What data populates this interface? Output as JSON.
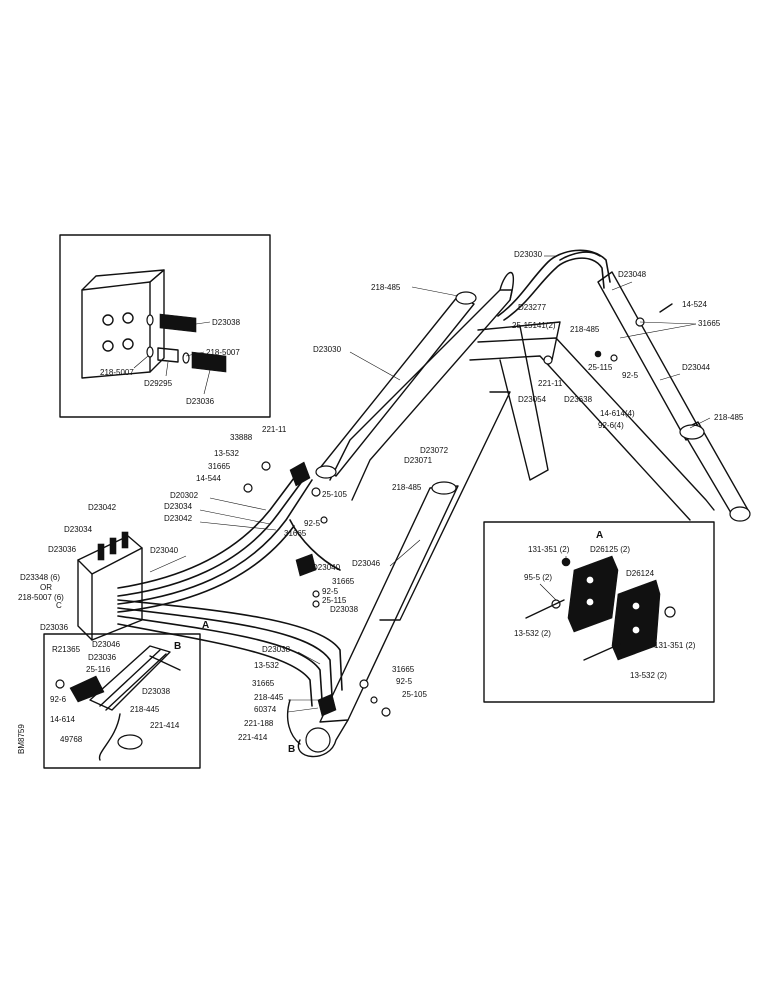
{
  "side_code": "BM8759",
  "labels": {
    "inset_top_left": {
      "a": "D23038",
      "b": "218-5007",
      "c": "218-5007",
      "d": "D29295",
      "e": "D23036"
    },
    "main": {
      "l01": "D23030",
      "l02": "D23048",
      "l03": "14-524",
      "l04": "218-485",
      "l05": "D23277",
      "l06": "25-15141(2)",
      "l07": "218-485",
      "l08": "31665",
      "l09": "D23030",
      "l10": "25-115",
      "l11": "92-5",
      "l12": "D23044",
      "l13": "221-11",
      "l14": "D23638",
      "l15": "D23054",
      "l16": "14-614(4)",
      "l17": "92-6(4)",
      "l18": "218-485",
      "l19": "33888",
      "l20": "221-11",
      "l21": "D23072",
      "l22": "D23071",
      "l23": "13-532",
      "l24": "31665",
      "l25": "14-544",
      "l26": "D20302",
      "l27": "25-105",
      "l28": "D23034",
      "l29": "D23042",
      "l30": "92-5",
      "l31": "31665",
      "l32": "218-485",
      "l33": "D23042",
      "l34": "D23034",
      "l35": "D23036",
      "l36": "D23040",
      "l37": "D23046",
      "l38": "D23040",
      "l39": "31665",
      "l40": "D23348 (6)",
      "l41": "OR",
      "l42": "218-5007 (6)",
      "l43": "C",
      "l44": "92-5",
      "l45": "25-115",
      "l46": "D23038",
      "l47": "D23036",
      "l48": "A",
      "l49": "D23038",
      "l50": "13-532",
      "l51": "31665",
      "l52": "218-445",
      "l53": "60374",
      "l54": "221-188",
      "l55": "221-414",
      "l56": "B",
      "l57": "31665",
      "l58": "92-5",
      "l59": "25-105"
    },
    "inset_b": {
      "letter": "B",
      "l1": "D23046",
      "l2": "R21365",
      "l3": "D23036",
      "l4": "25-116",
      "l5": "92-6",
      "l6": "D23038",
      "l7": "218-445",
      "l8": "14-614",
      "l9": "221-414",
      "l10": "49768"
    },
    "inset_a": {
      "letter": "A",
      "l1": "131-351 (2)",
      "l2": "D26125 (2)",
      "l3": "D26124",
      "l4": "95-5 (2)",
      "l5": "13-532 (2)",
      "l6": "131-351 (2)",
      "l7": "13-532 (2)"
    }
  }
}
